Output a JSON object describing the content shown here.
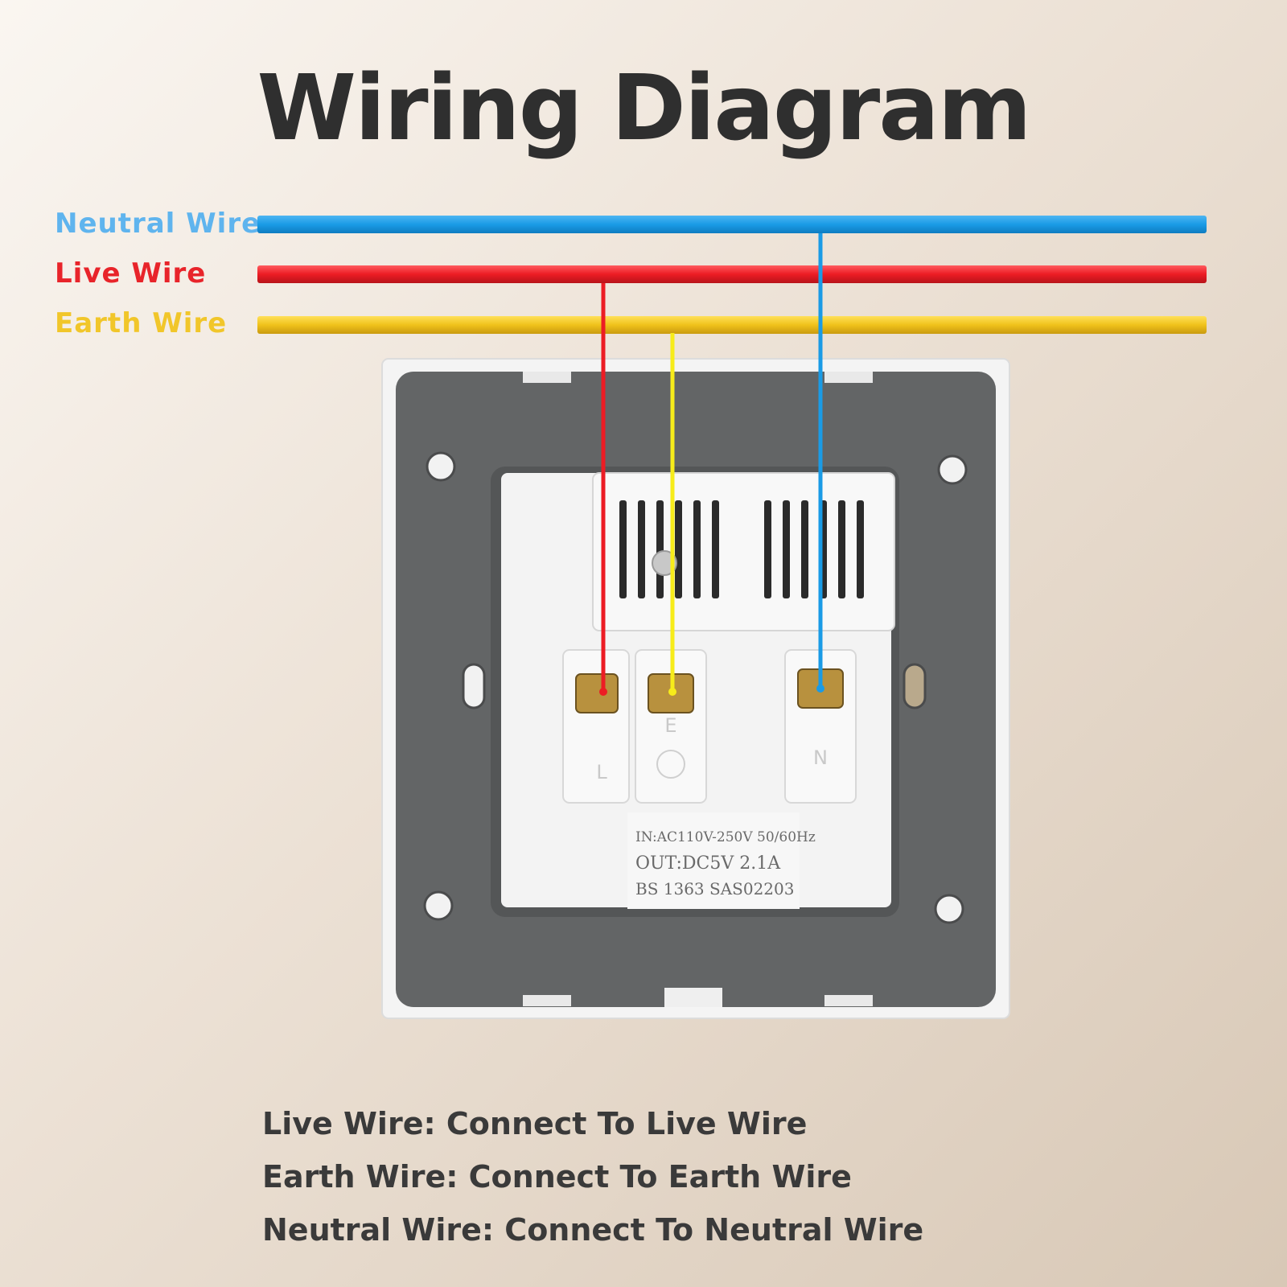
{
  "title": "Wiring Diagram",
  "wires": [
    {
      "label": "Neutral Wire",
      "color": "#1a9be6",
      "label_color": "#5fb4ee"
    },
    {
      "label": "Live Wire",
      "color": "#ec1c24",
      "label_color": "#e8242a"
    },
    {
      "label": "Earth Wire",
      "color": "#f0c21b",
      "label_color": "#f1c62a"
    }
  ],
  "terminals": [
    {
      "id": "live",
      "mark": "L",
      "connects_to": "Live Wire"
    },
    {
      "id": "earth",
      "mark": "E",
      "connects_to": "Earth Wire"
    },
    {
      "id": "neutral",
      "mark": "N",
      "connects_to": "Neutral Wire"
    }
  ],
  "rating_label": {
    "line1": "IN:AC110V-250V  50/60Hz",
    "line2": "OUT:DC5V  2.1A",
    "line3": "BS 1363  SAS02203"
  },
  "instructions": [
    "Live Wire: Connect To Live Wire",
    "Earth Wire: Connect To Earth Wire",
    "Neutral Wire: Connect To Neutral Wire"
  ]
}
